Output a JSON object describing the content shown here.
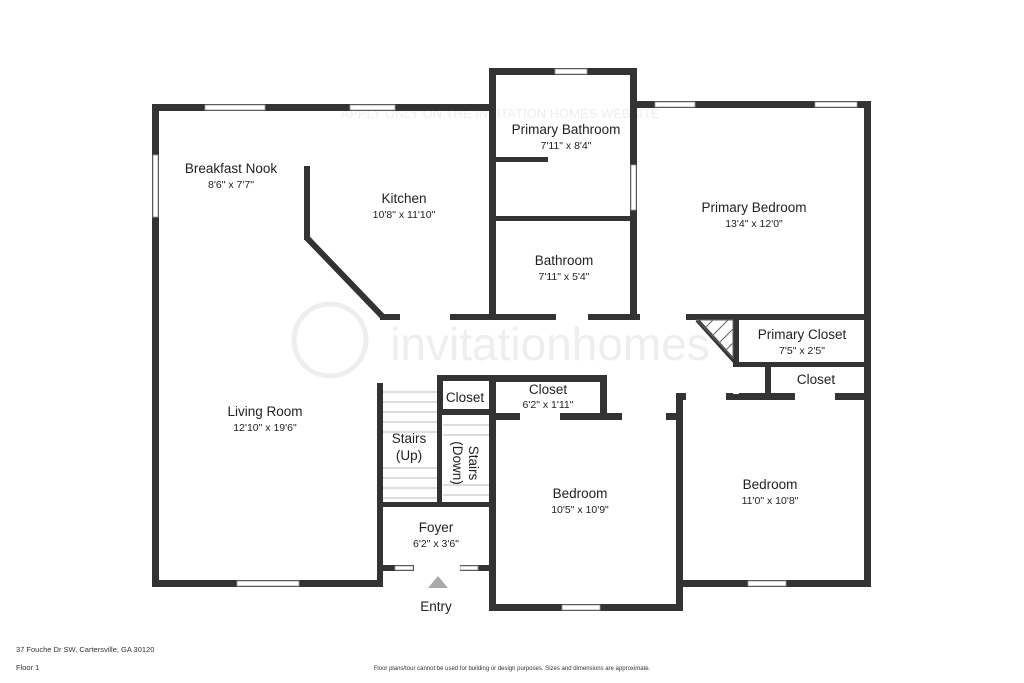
{
  "rooms": {
    "breakfast_nook": {
      "name": "Breakfast Nook",
      "dim": "8'6\" x 7'7\""
    },
    "kitchen": {
      "name": "Kitchen",
      "dim": "10'8\" x 11'10\""
    },
    "primary_bathroom": {
      "name": "Primary Bathroom",
      "dim": "7'11\" x 8'4\""
    },
    "primary_bedroom": {
      "name": "Primary Bedroom",
      "dim": "13'4\" x 12'0\""
    },
    "bathroom": {
      "name": "Bathroom",
      "dim": "7'11\" x 5'4\""
    },
    "primary_closet": {
      "name": "Primary Closet",
      "dim": "7'5\" x 2'5\""
    },
    "closet_right": {
      "name": "Closet"
    },
    "living_room": {
      "name": "Living Room",
      "dim": "12'10\" x 19'6\""
    },
    "closet_small": {
      "name": "Closet"
    },
    "closet_mid": {
      "name": "Closet",
      "dim": "6'2\" x 1'11\""
    },
    "stairs_up": {
      "line1": "Stairs",
      "line2": "(Up)"
    },
    "stairs_down": {
      "line1": "Stairs",
      "line2": "(Down)"
    },
    "bedroom_mid": {
      "name": "Bedroom",
      "dim": "10'5\" x 10'9\""
    },
    "bedroom_right": {
      "name": "Bedroom",
      "dim": "11'0\" x 10'8\""
    },
    "foyer": {
      "name": "Foyer",
      "dim": "6'2\" x 3'6\""
    }
  },
  "entry_label": "Entry",
  "watermark": {
    "brand": "invitationhomes",
    "notice": "APPLY ONLY ON THE INVITATION HOMES WEBSITE"
  },
  "footer": {
    "address": "37 Fouche Dr SW, Cartersville, GA 30120",
    "floor": "Floor 1",
    "disclaimer": "Floor plans/tour cannot be used for building or design purposes. Sizes and dimensions are approximate."
  },
  "colors": {
    "wall": "#333333",
    "background": "#ffffff"
  }
}
